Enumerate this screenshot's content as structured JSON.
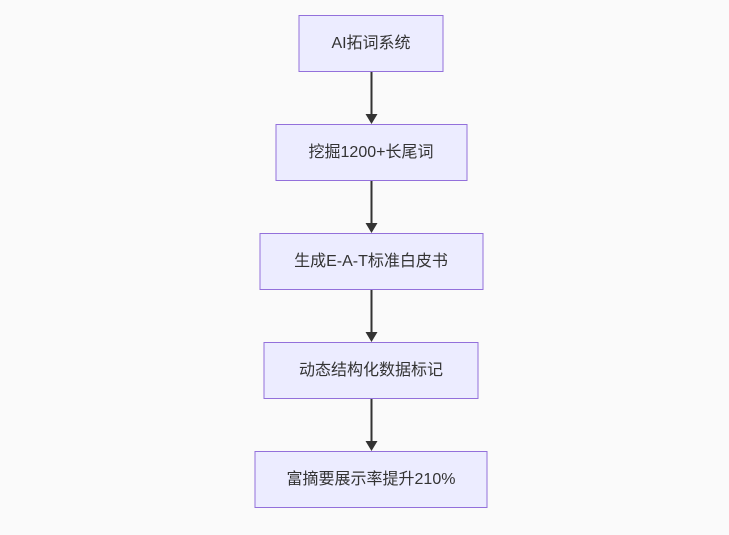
{
  "diagram": {
    "type": "flowchart",
    "direction": "top-to-bottom",
    "nodes": [
      {
        "label": "AI拓词系统"
      },
      {
        "label": "挖掘1200+长尾词"
      },
      {
        "label": "生成E-A-T标准白皮书"
      },
      {
        "label": "动态结构化数据标记"
      },
      {
        "label": "富摘要展示率提升210%"
      }
    ],
    "edges": [
      {
        "from": "AI拓词系统",
        "to": "挖掘1200+长尾词"
      },
      {
        "from": "挖掘1200+长尾词",
        "to": "生成E-A-T标准白皮书"
      },
      {
        "from": "生成E-A-T标准白皮书",
        "to": "动态结构化数据标记"
      },
      {
        "from": "动态结构化数据标记",
        "to": "富摘要展示率提升210%"
      }
    ],
    "colors": {
      "node_fill": "#ECECFF",
      "node_border": "#9370DB",
      "edge": "#333333",
      "text": "#333333",
      "background": "#fafafa"
    }
  }
}
